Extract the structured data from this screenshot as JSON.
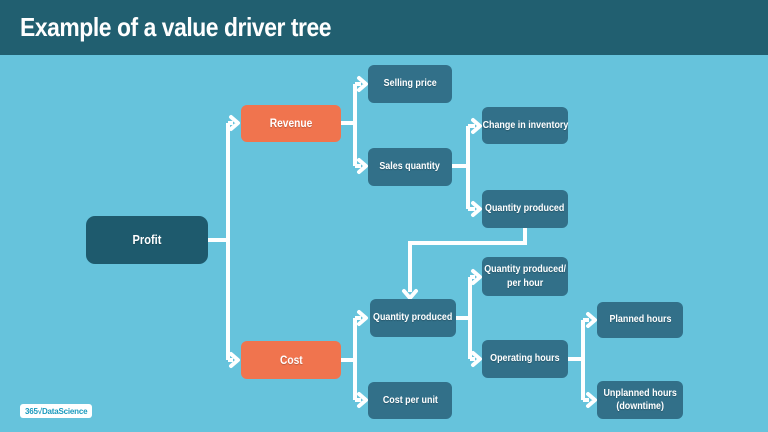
{
  "header": {
    "title": "Example of a value driver tree"
  },
  "diagram": {
    "type": "value-driver-tree",
    "nodes": {
      "profit": "Profit",
      "revenue": "Revenue",
      "cost": "Cost",
      "selling_price": "Selling price",
      "sales_quantity": "Sales quantity",
      "change_in_inventory": "Change in inventory",
      "quantity_produced_sales": "Quantity produced",
      "quantity_produced_cost": "Quantity produced",
      "cost_per_unit": "Cost per unit",
      "quantity_produced_per_hour": "Quantity produced/\nper hour",
      "operating_hours": "Operating hours",
      "planned_hours": "Planned hours",
      "unplanned_hours": "Unplanned hours\n(downtime)"
    },
    "edges": [
      "Profit -> Revenue",
      "Profit -> Cost",
      "Revenue -> Selling price",
      "Revenue -> Sales quantity",
      "Sales quantity -> Change in inventory",
      "Sales quantity -> Quantity produced",
      "Quantity produced (sales) -> Quantity produced (cost)",
      "Cost -> Quantity produced",
      "Cost -> Cost per unit",
      "Quantity produced -> Quantity produced/per hour",
      "Quantity produced -> Operating hours",
      "Operating hours -> Planned hours",
      "Operating hours -> Unplanned hours (downtime)"
    ]
  },
  "logo": {
    "text": "365√DataScience"
  },
  "colors": {
    "background": "#66c3dc",
    "header": "#215f70",
    "node_dark": "#1e5a6d",
    "node_teal": "#327089",
    "node_orange": "#f0744e",
    "line": "#ffffff",
    "logo_teal": "#1899bd"
  }
}
